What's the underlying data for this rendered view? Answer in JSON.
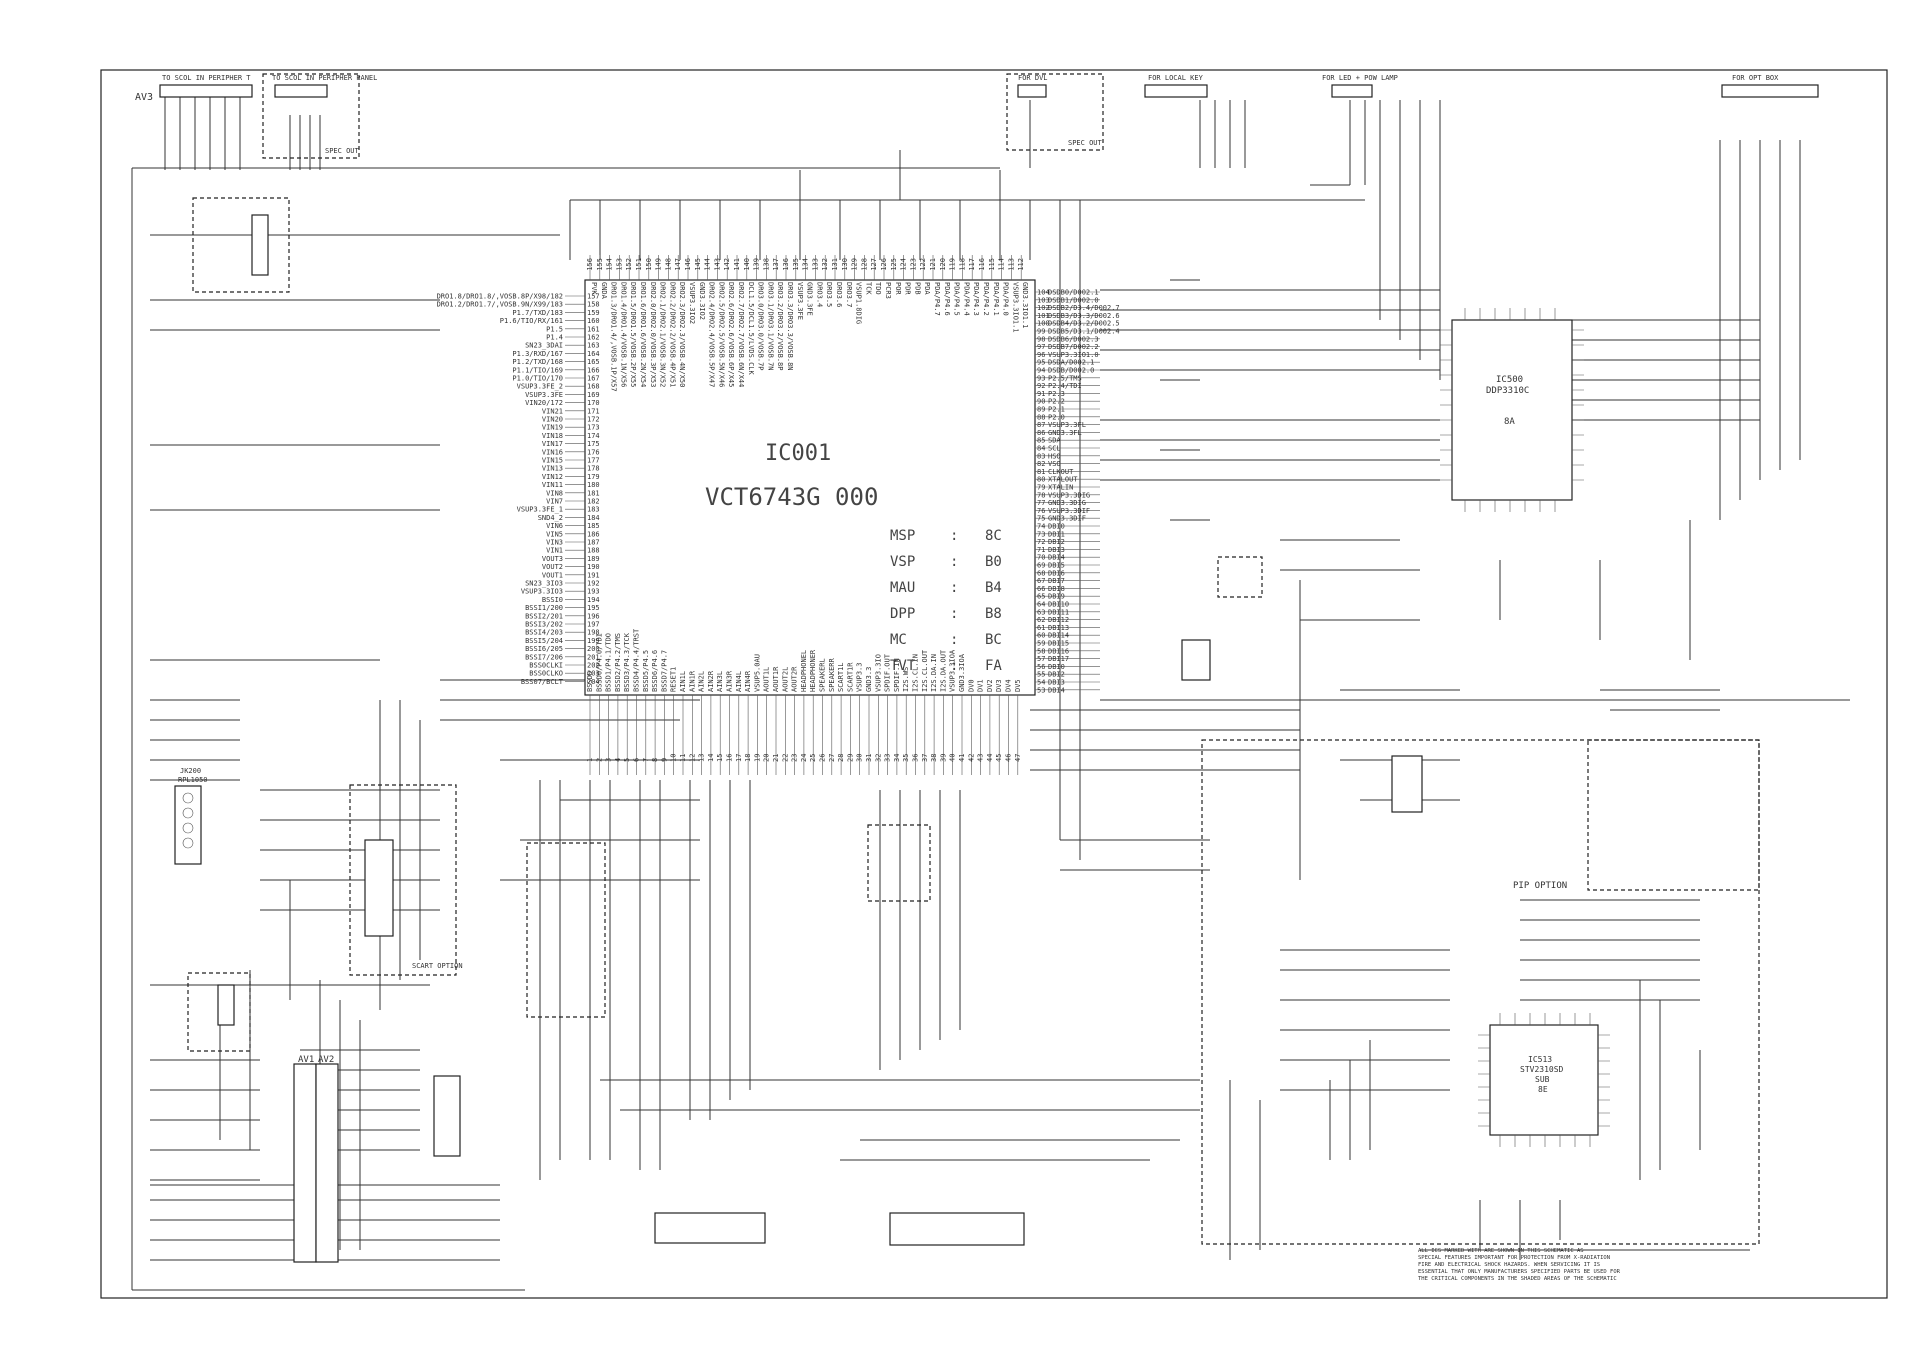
{
  "main_ic": {
    "ref": "IC001",
    "part": "VCT6743G 000",
    "versions": [
      {
        "key": "MSP",
        "value": "8C"
      },
      {
        "key": "VSP",
        "value": "B0"
      },
      {
        "key": "MAU",
        "value": "B4"
      },
      {
        "key": "DPP",
        "value": "B8"
      },
      {
        "key": "MC",
        "value": "BC"
      },
      {
        "key": "TVT",
        "value": "FA"
      }
    ],
    "left_pins": [
      "DRO1.8/DRO1.8/,VOSB.8P/X98/182",
      "DRO1.2/DRO1.7/,VOSB.9N/X99/183",
      "P1.7/TXD/183",
      "P1.6/TIO/RX/161",
      "P1.5",
      "P1.4",
      "SN23_3DAI",
      "P1.3/RXD/167",
      "P1.2/TXD/168",
      "P1.1/TIO/169",
      "P1.0/TIO/170",
      "VSUP3.3FE_2",
      "VSUP3.3FE",
      "VIN20/172",
      "VIN21",
      "VIN20",
      "VIN19",
      "VIN18",
      "VIN17",
      "VIN16",
      "VIN15",
      "VIN13",
      "VIN12",
      "VIN11",
      "VIN8",
      "VIN7",
      "VSUP3.3FE_1",
      "SND4_2",
      "VIN6",
      "VIN5",
      "VIN3",
      "VIN1",
      "VOUT3",
      "VOUT2",
      "VOUT1",
      "SN23_3IO3",
      "VSUP3.3IO3",
      "BSSI0",
      "BSSI1/200",
      "BSSI2/201",
      "BSSI3/202",
      "BSSI4/203",
      "BSSI5/204",
      "BSSI6/205",
      "BSSI7/206",
      "BSS0CLKI",
      "BSS0CLKO",
      "BSS07/BCLT"
    ],
    "left_pin_nums": [
      "157",
      "158",
      "159",
      "160",
      "161",
      "162",
      "163",
      "164",
      "165",
      "166",
      "167",
      "168",
      "169",
      "170",
      "171",
      "172",
      "173",
      "174",
      "175",
      "176",
      "177",
      "178",
      "179",
      "180",
      "181",
      "182",
      "183",
      "184",
      "185",
      "186",
      "187",
      "188",
      "189",
      "190",
      "191",
      "192",
      "193",
      "194",
      "195",
      "196",
      "197",
      "198",
      "199",
      "200",
      "201",
      "202",
      "203",
      "204"
    ],
    "right_pins": [
      "DSDB0/D002.1",
      "DSDB1/D002.0",
      "DSDB2/D3.4/D002.7",
      "DSDB3/D3.3/D002.6",
      "DSDB4/D3.2/D002.5",
      "DSDB5/D3.1/D002.4",
      "DSDB6/D002.3",
      "DSDB7/D002.2",
      "VSUP3.3IO1.0",
      "DSDA/D002.1",
      "DSDB/D002.0",
      "P2.5/TMS",
      "P2.4/TDI",
      "P2.3",
      "P2.2",
      "P2.1",
      "P2.0",
      "VSUP3.3FL",
      "GND3.3FL",
      "SDA",
      "SCL",
      "HSO",
      "VSO",
      "CLKOUT",
      "XTALOUT",
      "XTALIN",
      "VSUP3.3DIG",
      "GND3.3DIG",
      "VSUP3.3DIF",
      "GND3.3DIF",
      "DBI0",
      "DBI1",
      "DBI2",
      "DBI3",
      "DBI4",
      "DBI5",
      "DBI6",
      "DBI7",
      "DBI8",
      "DBI9",
      "DBI10",
      "DBI11",
      "DBI12",
      "DBI13",
      "DBI14",
      "DBI15",
      "DBI16",
      "DBI17",
      "DBI0",
      "DBI2",
      "DBI3",
      "DBI4"
    ],
    "right_pin_nums": [
      "104",
      "103",
      "102",
      "101",
      "100",
      "99",
      "98",
      "97",
      "96",
      "95",
      "94",
      "93",
      "92",
      "91",
      "90",
      "89",
      "88",
      "87",
      "86",
      "85",
      "84",
      "83",
      "82",
      "81",
      "80",
      "79",
      "78",
      "77",
      "76",
      "75",
      "74",
      "73",
      "72",
      "71",
      "70",
      "69",
      "68",
      "67",
      "66",
      "65",
      "64",
      "63",
      "62",
      "61",
      "60",
      "59",
      "58",
      "57",
      "56",
      "55",
      "54",
      "53"
    ],
    "top_pins": [
      "PVK",
      "GNDA",
      "DRO1.3/DRO1.4/,VOSB.1P/X57",
      "DRO1.4/DRO1.4/VOSB.1N/X56",
      "DRO1.5/DRO1.5/VOSB.2P/X55",
      "DRO1.6/DRO1.6/VOSB.2N/X54",
      "DRO2.0/DRO2.0/VOSB.3P/X53",
      "DRO2.1/DRO2.1/VOSB.3N/X52",
      "DRO2.2/DRO2.2/VOSB.4P/X51",
      "DRO2.3/DRO2.3/VOSB.4N/X50",
      "VSUP3.3IO2",
      "GND3.3IO2",
      "DRO2.4/DRO2.4/VOSB.5P/X47",
      "DRO2.5/DRO2.5/VOSB.5N/X46",
      "DRO2.6/DRO2.6/VOSB.6P/X45",
      "DRO2.7/DRO2.7/VOSB.6N/X44",
      "DCL1.5/DCL1.5/LVDS.CLK",
      "DRO3.0/DRO3.0/VOSB.7P",
      "DRO3.1/DRO3.1/VOSB.7N",
      "DRO3.2/DRO3.2/VOSB.8P",
      "DRO3.3/DRO3.3/VOSB.8N",
      "VSUP3.3FE",
      "GND3.3FE",
      "DRO3.4",
      "DRO3.5",
      "DRO3.6",
      "DRO3.7",
      "VSUP1.8DIG",
      "TCK",
      "TDO",
      "PCR3",
      "POR",
      "PDR",
      "PDB",
      "PDA",
      "PDA/P4.7",
      "PDA/P4.6",
      "PDA/P4.5",
      "PDA/P4.4",
      "PDA/P4.3",
      "PDA/P4.2",
      "PDA/P4.1",
      "PDA/P4.0",
      "VSUP3.3IO1.1",
      "GND3.3IO1.1"
    ],
    "top_pin_nums": [
      "156",
      "155",
      "154",
      "153",
      "152",
      "151",
      "150",
      "149",
      "148",
      "147",
      "146",
      "145",
      "144",
      "143",
      "142",
      "141",
      "140",
      "139",
      "138",
      "137",
      "136",
      "135",
      "134",
      "133",
      "132",
      "131",
      "130",
      "129",
      "128",
      "127",
      "126",
      "125",
      "124",
      "123",
      "122",
      "121",
      "120",
      "119",
      "118",
      "117",
      "116",
      "115",
      "114",
      "113",
      "112"
    ],
    "bottom_pins": [
      "BSSDD",
      "BSSD0/P4.0/TDI",
      "BSSD1/P4.1/TDO",
      "BSSD2/P4.2/TMS",
      "BSSD3/P4.3/TCK",
      "BSSD4/P4.4/TRST",
      "BSSD5/P4.5",
      "BSSD6/P4.6",
      "BSSD7/P4.7",
      "RESET1",
      "AIN1L",
      "AIN1R",
      "AIN2L",
      "AIN2R",
      "AIN3L",
      "AIN3R",
      "AIN4L",
      "AIN4R",
      "VSUP5.0AU",
      "AOUT1L",
      "AOUT1R",
      "AOUT2L",
      "AOUT2R",
      "HEADPHONEL",
      "HEADPHONER",
      "SPEAKERL",
      "SPEAKERR",
      "SCART1L",
      "SCART1R",
      "VSUP3.3",
      "GND3.3",
      "VSUP3.3IO",
      "SPDIF.OUT",
      "SPDIF.IN",
      "I2S.WS",
      "I2S.CL.IN",
      "I2S.CL.OUT",
      "I2S.DA.IN",
      "I2S.DA.OUT",
      "VSUP3.3IOA",
      "GND3.3IOA",
      "DV0",
      "DV1",
      "DV2",
      "DV3",
      "DV4",
      "DV5"
    ],
    "bottom_pin_nums": [
      "1",
      "2",
      "3",
      "4",
      "5",
      "6",
      "7",
      "8",
      "9",
      "10",
      "11",
      "12",
      "13",
      "14",
      "15",
      "16",
      "17",
      "18",
      "19",
      "20",
      "21",
      "22",
      "23",
      "24",
      "25",
      "26",
      "27",
      "28",
      "29",
      "30",
      "31",
      "32",
      "33",
      "34",
      "35",
      "36",
      "37",
      "38",
      "39",
      "40",
      "41",
      "42",
      "43",
      "44",
      "45",
      "46",
      "47"
    ]
  },
  "deflection_ic": {
    "ref": "IC500",
    "part": "DDP3310C",
    "suffix": "8A"
  },
  "pip_ic": {
    "ref": "IC513",
    "part": "STV2310SD",
    "line3": "SUB",
    "line4": "8E"
  },
  "regions": {
    "pip_option": "PIP OPTION",
    "spec_out_left": "SPEC OUT",
    "spec_out_top": "SPEC OUT",
    "av3": "AV3",
    "av1": "AV1",
    "av2": "AV2",
    "jk200": "JK200",
    "jk200_sub": "RPL1050",
    "scart_opt": "SCART OPTION"
  },
  "connectors": {
    "top_left": "TO SCOL IN PERIPHER T",
    "top_left_2": "TO SCOL IN PERIPHER PANEL",
    "top_mid_1": "FOR DVL",
    "top_mid_2": "FOR LOCAL KEY",
    "top_mid_3": "FOR LED + POW LAMP",
    "top_right": "FOR OPT BOX"
  },
  "footnote": [
    "ALL ICS MARKED WITH ARE SHOWN IN THIS SCHEMATIC AS",
    "SPECIAL FEATURES IMPORTANT FOR PROTECTION FROM X-RADIATION",
    "FIRE AND ELECTRICAL SHOCK HAZARDS. WHEN SERVICING IT IS",
    "ESSENTIAL THAT ONLY MANUFACTURERS SPECIFIED PARTS BE USED FOR",
    "THE CRITICAL COMPONENTS IN THE SHADED AREAS OF THE SCHEMATIC"
  ]
}
